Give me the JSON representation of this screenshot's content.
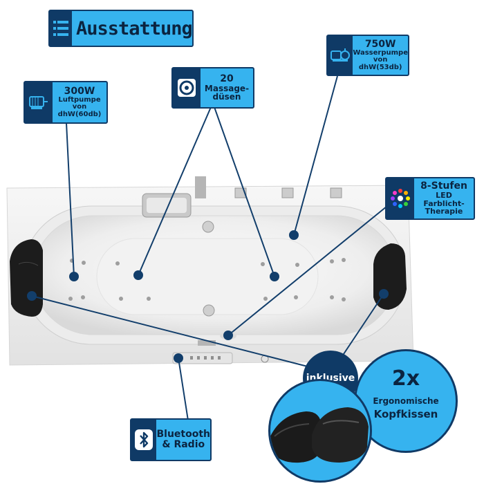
{
  "title": "Ausstattung",
  "features": {
    "air_pump": {
      "lines": [
        "300W",
        "Luftpumpe",
        "von dhW(60db)"
      ],
      "icon": "motor-icon"
    },
    "jets": {
      "lines": [
        "20",
        "Massage-",
        "düsen"
      ],
      "icon": "jet-icon"
    },
    "water_pump": {
      "lines": [
        "750W",
        "Wasserpumpe",
        "von dhW(53db)"
      ],
      "icon": "pump-icon"
    },
    "led": {
      "lines": [
        "8-Stufen",
        "LED Farblicht-",
        "Therapie"
      ],
      "icon": "led-color-icon"
    },
    "bluetooth": {
      "lines": [
        "Bluetooth",
        "& Radio"
      ],
      "icon": "bluetooth-icon"
    }
  },
  "inklusive": {
    "badge": "inklusive",
    "count": "2x",
    "line1": "Ergonomische",
    "line2": "Kopfkissen"
  },
  "colors": {
    "accent": "#36b3ef",
    "dark": "#0f3a66"
  }
}
